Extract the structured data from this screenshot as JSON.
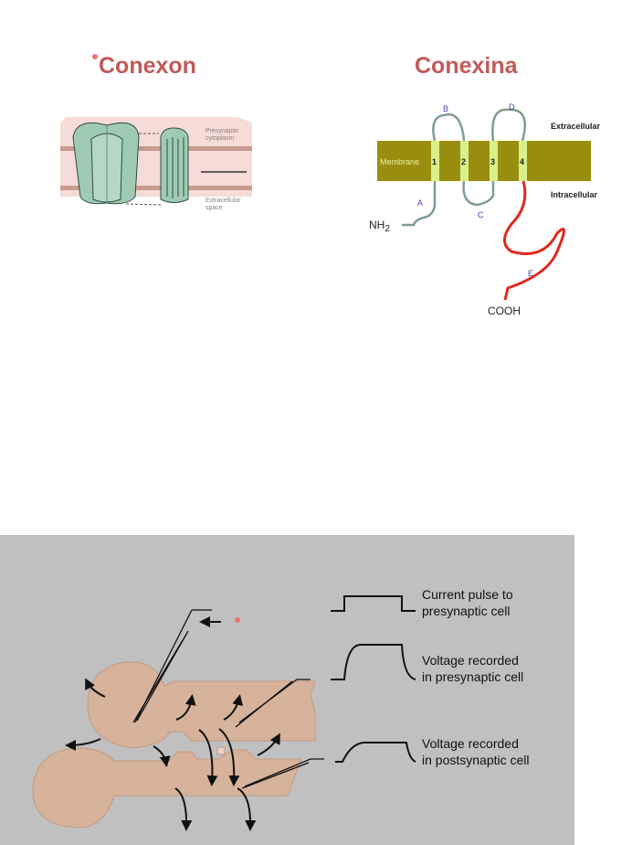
{
  "conexon": {
    "title": "Conexon",
    "labels": [
      "Presynaptic",
      "cytoplasm",
      "Extracellular",
      "space"
    ]
  },
  "conexina": {
    "title": "Conexina",
    "membrane_label": "Membrane",
    "segments": [
      "1",
      "2",
      "3",
      "4"
    ],
    "loops": [
      "A",
      "B",
      "C",
      "D",
      "E"
    ],
    "extracellular": "Extracellular",
    "intracellular": "Intracellular",
    "n_terminus": "NH",
    "n_terminus_sub": "2",
    "c_terminus": "COOH",
    "colors": {
      "membrane": "#9a8e10",
      "segment": "#d8f08a",
      "loop": "#7f9e8a",
      "tail": "#e0281e"
    }
  },
  "experiment": {
    "traces": [
      {
        "line1": "Current pulse to",
        "line2": "presynaptic cell"
      },
      {
        "line1": "Voltage recorded",
        "line2": "in presynaptic cell"
      },
      {
        "line1": "Voltage recorded",
        "line2": "in postsynaptic cell"
      }
    ],
    "colors": {
      "background": "#c0c0c0",
      "cell": "#d7b39c"
    }
  }
}
